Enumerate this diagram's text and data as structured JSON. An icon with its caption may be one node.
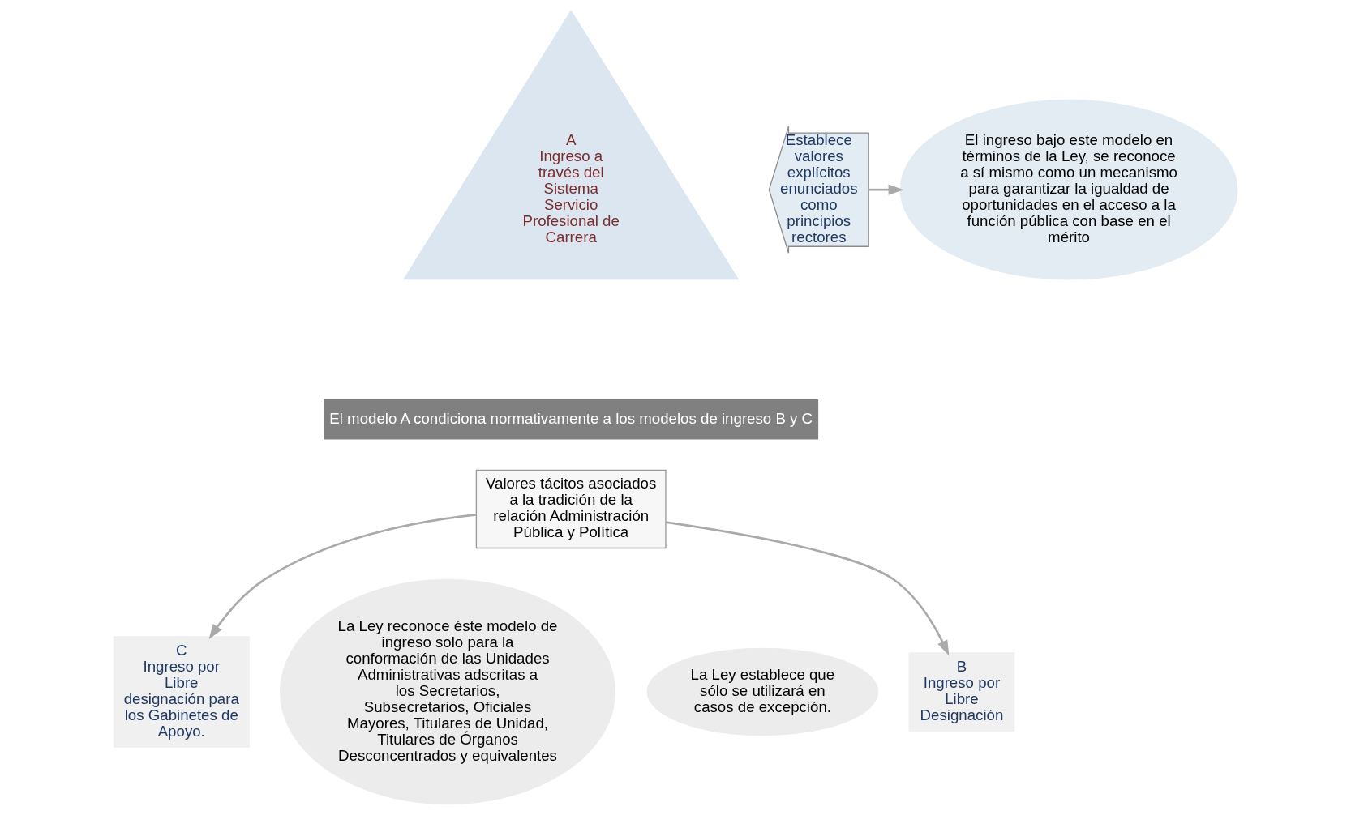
{
  "diagram": {
    "nodes": [
      {
        "text": [
          "A",
          "Ingreso a través del Sistema Servicio Profesional de Carrera"
        ]
      },
      {
        "text": [
          "El ingreso bajo este modelo en términos de la Ley, se reconoce a sí mismo como un mecanismo para garantizar la igualdad de oportunidades en el acceso a la función pública con base en el mérito"
        ]
      },
      {
        "text": [
          "Establece valores explícitos enunciados como principios rectores"
        ]
      },
      {
        "text": [
          "El modelo A condiciona normativamente a los modelos de ingreso B y C"
        ]
      },
      {
        "text": [
          "Valores tácitos asociados a la tradición de la relación Administración Pública y Política"
        ]
      },
      {
        "text": [
          "B",
          "Ingreso por Libre Designación"
        ]
      },
      {
        "text": [
          "C",
          "Ingreso por Libre designación para los Gabinetes de Apoyo."
        ]
      },
      {
        "text": [
          "La Ley establece que sólo se utilizará en casos de excepción."
        ]
      },
      {
        "text": [
          "La Ley reconoce éste modelo de ingreso solo para la conformación de las Unidades Administrativas adscritas a los Secretarios, Subsecretarios, Oficiales Mayores, Titulares de Unidad, Titulares de Órganos Desconcentrados y equivalentes"
        ]
      }
    ],
    "edges": [
      {
        "from": 2,
        "to": 1,
        "arrow": "to"
      },
      {
        "from": 4,
        "to": 5,
        "arrow": "to"
      },
      {
        "from": 4,
        "to": 6,
        "arrow": "to"
      }
    ]
  }
}
